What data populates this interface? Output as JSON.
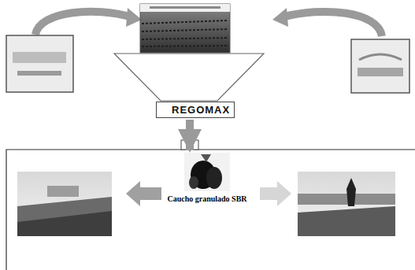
{
  "diagram": {
    "nodes": [
      {
        "text": [
          "REGOMAX"
        ]
      },
      {
        "text": [
          "Caucho granulado SBR"
        ]
      }
    ],
    "edges": [
      {
        "from": 0,
        "to": 1,
        "arrow": "to"
      }
    ]
  }
}
